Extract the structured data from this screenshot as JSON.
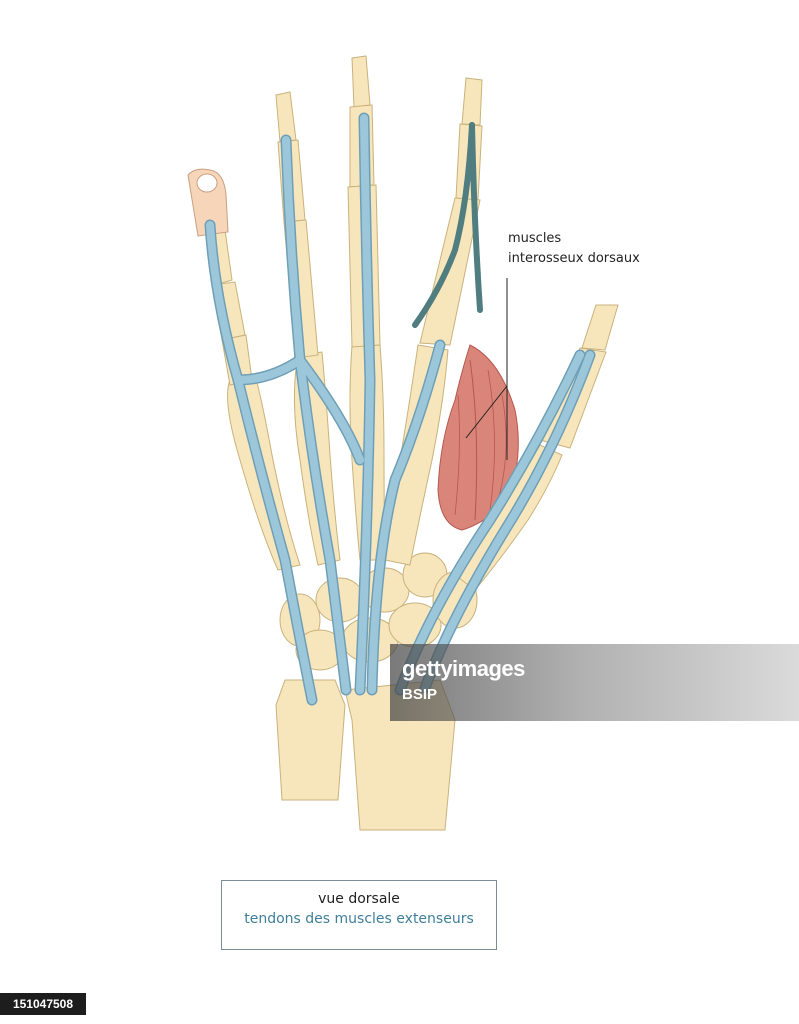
{
  "labels": {
    "dorsal_interossei_line1": "muscles",
    "dorsal_interossei_line2": "interosseux dorsaux"
  },
  "caption": {
    "line1": "vue dorsale",
    "line2": "tendons des muscles extenseurs"
  },
  "watermark": {
    "brand": "gettyimages",
    "credit": "BSIP"
  },
  "stock_id": "151047508",
  "colors": {
    "bone": "#f7e6bc",
    "bone_outline": "#c9b27c",
    "tendon": "#9cc7da",
    "tendon_outline": "#6f9fb6",
    "tendon_dark": "#4f7d80",
    "muscle": "#d9857a",
    "muscle_stripe": "#b5584f",
    "caption_accent": "#3f7f9a"
  }
}
